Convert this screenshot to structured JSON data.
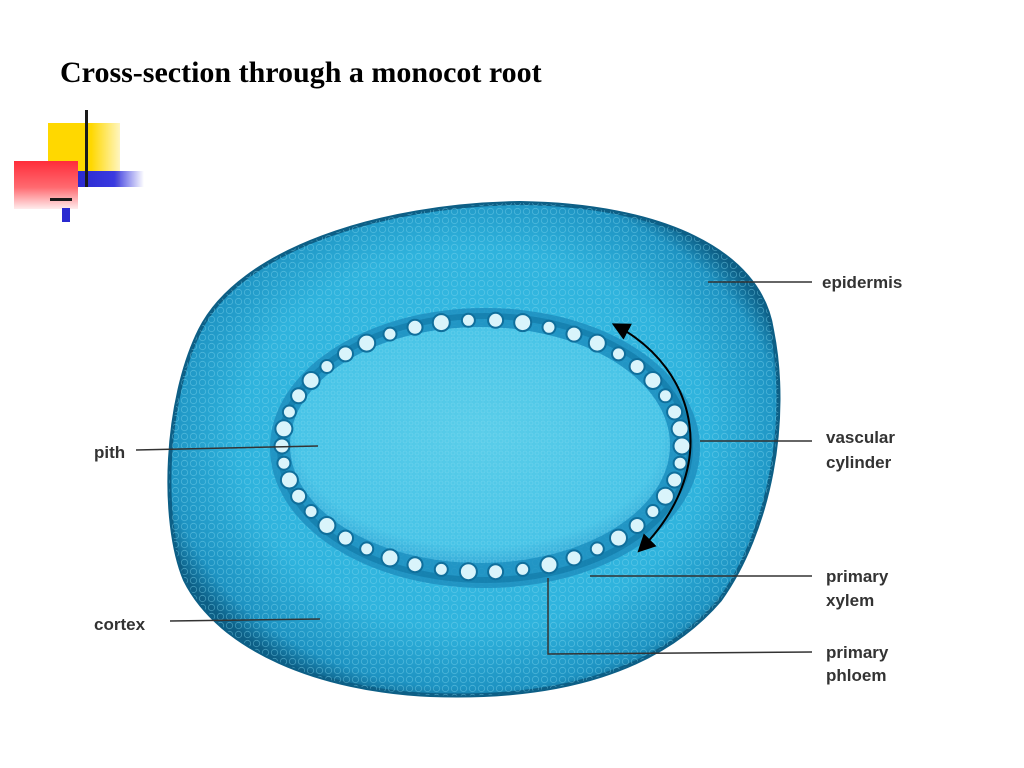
{
  "slide": {
    "title": "Cross-section through a monocot root"
  },
  "labels": {
    "epidermis": "epidermis",
    "vascular_cylinder": [
      "vascular",
      "cylinder"
    ],
    "pith": "pith",
    "primary_xylem": [
      "primary",
      "xylem"
    ],
    "cortex": "cortex",
    "primary_phloem": [
      "primary",
      "phloem"
    ]
  },
  "colors": {
    "tissue_main": "#2fb3dd",
    "tissue_edge": "#0d5f86",
    "pith": "#48c4e7",
    "accent_yellow": "#ffd800",
    "accent_red": "#ff2d3a",
    "accent_blue": "#2a2ad0"
  }
}
